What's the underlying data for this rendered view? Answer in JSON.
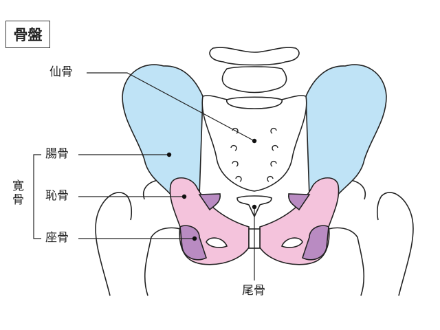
{
  "title": "骨盤",
  "labels": {
    "sacrum": "仙骨",
    "ilium": "腸骨",
    "pubis": "恥骨",
    "ischium": "座骨",
    "hip_bone": "寛骨",
    "coccyx": "尾骨"
  },
  "colors": {
    "ilium": "#bfe3f6",
    "pubis": "#f4c3dc",
    "ischium": "#b98bc2",
    "outline": "#222222"
  }
}
